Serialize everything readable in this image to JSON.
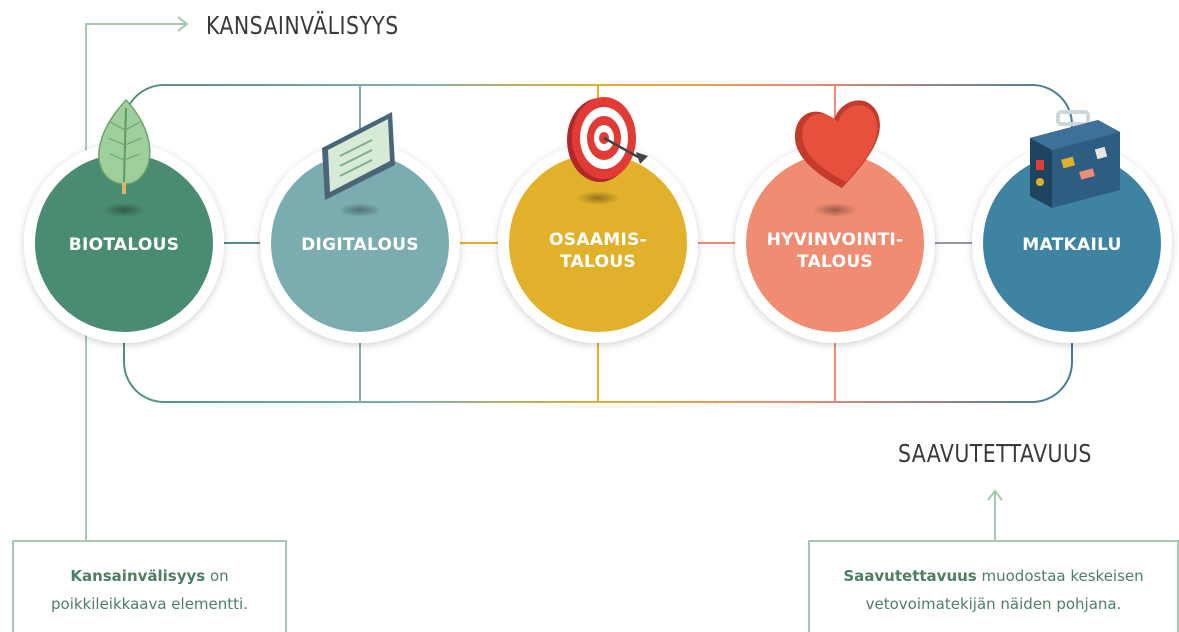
{
  "kansainvalisyys_heading": "KANSAINVÄLISYYS",
  "saavutettavuus_heading": "SAAVUTETTAVUUS",
  "circles": [
    {
      "label": "BIOTALOUS",
      "color": "#4a8c71",
      "icon": "leaf-icon"
    },
    {
      "label": "DIGITALOUS",
      "color": "#7badb0",
      "icon": "tablet-icon"
    },
    {
      "label": "OSAAMIS-\nTALOUS",
      "color": "#e2b12b",
      "icon": "target-icon"
    },
    {
      "label": "HYVINVOINTI-\nTALOUS",
      "color": "#ef8c72",
      "icon": "heart-icon"
    },
    {
      "label": "MATKAILU",
      "color": "#3f83a3",
      "icon": "suitcase-icon"
    }
  ],
  "left_note": {
    "bold": "Kansainvälisyys",
    "line1_rest": " on",
    "line2": "poikkileikkaava elementti."
  },
  "right_note": {
    "bold": "Saavutettavuus",
    "line1_rest": " muodostaa keskeisen",
    "line2": "vetovoimatekijän näiden pohjana."
  },
  "colors": {
    "green_line": "#a4c9ae",
    "frame_teal": "#4f8f86",
    "frame_blue": "#3f7f9a"
  }
}
